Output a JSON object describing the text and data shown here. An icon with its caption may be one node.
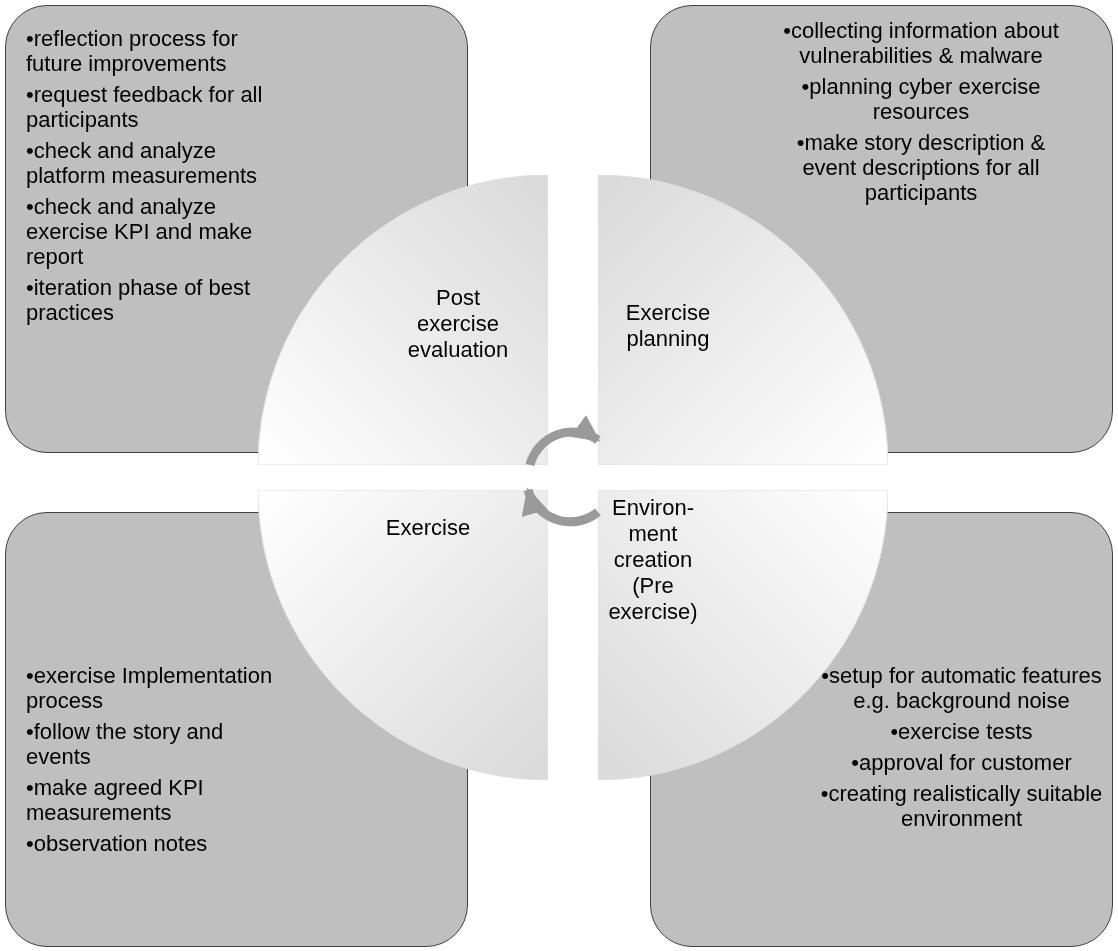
{
  "diagram": {
    "nodes": [
      {
        "text": [
          "•reflection process for future improvements",
          "•request feedback for all participants",
          "•check and analyze platform measurements",
          "•check and analyze exercise KPI and make report",
          "•iteration phase of best practices"
        ]
      },
      {
        "text": [
          "•collecting information about vulnerabilities & malware",
          "•planning cyber exercise resources",
          "•make story description & event descriptions for all participants"
        ]
      },
      {
        "text": [
          "Post exercise evaluation"
        ]
      },
      {
        "text": [
          "Exercise planning"
        ]
      },
      {
        "text": [
          "•exercise Implementation process",
          "•follow the story and events",
          "•make agreed KPI measurements",
          "•observation notes"
        ]
      },
      {
        "text": [
          "•setup for automatic features e.g. background noise",
          "•exercise tests",
          "•approval for customer",
          "•creating realistically suitable environment"
        ]
      },
      {
        "text": [
          "Exercise"
        ]
      },
      {
        "text": [
          "Environ-ment creation (Pre exercise)"
        ]
      }
    ],
    "edges": [
      {
        "from": 2,
        "to": 3,
        "arrow": "to"
      },
      {
        "from": 7,
        "to": 6,
        "arrow": "to"
      }
    ]
  }
}
